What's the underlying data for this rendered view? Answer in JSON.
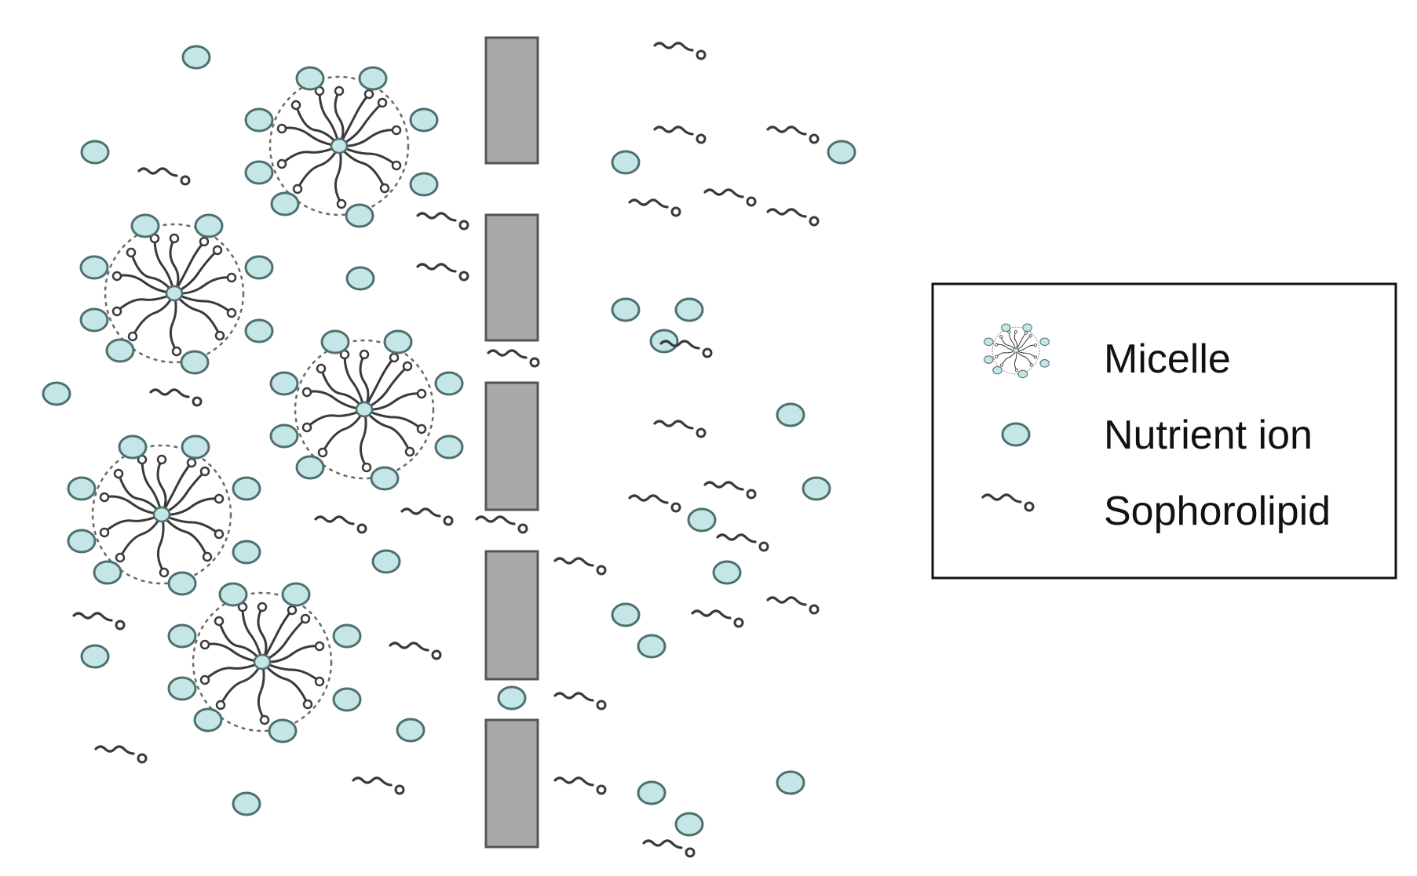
{
  "legend": {
    "items": [
      {
        "icon": "micelle-icon",
        "label": "Micelle"
      },
      {
        "icon": "nutrient-ion-icon",
        "label": "Nutrient ion"
      },
      {
        "icon": "sophorolipid-icon",
        "label": "Sophorolipid"
      }
    ]
  },
  "colors": {
    "ion_fill": "#c4e6e6",
    "ion_stroke": "#4f6f6f",
    "lipid_stroke": "#3a3a3a",
    "membrane_fill": "#a9a9a9",
    "membrane_stroke": "#555555",
    "micelle_outline": "#6a6a6a"
  }
}
